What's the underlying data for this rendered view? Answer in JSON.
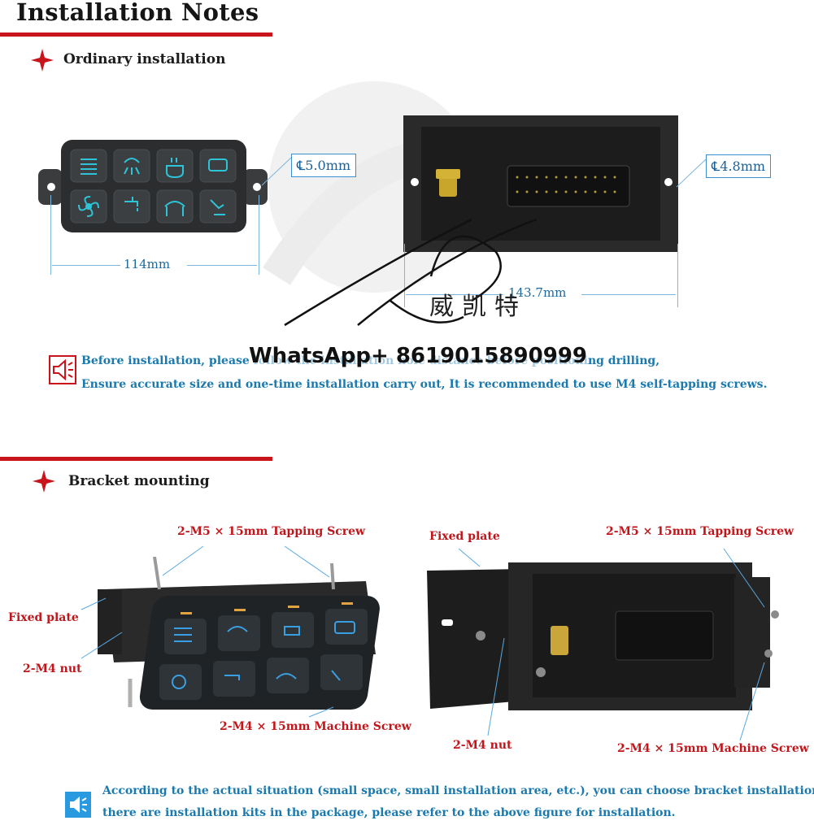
{
  "title": "Installation Notes",
  "section1": {
    "heading": "Ordinary installation",
    "diameter_left": "℄5.0mm",
    "diameter_right": "℄4.8mm",
    "width_left": "114mm",
    "width_right": "143.7mm",
    "note_line1": "Before installation, please follow the installation hole distance before positioning drilling,",
    "note_line2": "Ensure accurate size and one-time installation carry out, It is recommended to use M4 self-tapping screws."
  },
  "watermark": {
    "text": "WhatsApp+ 8619015890999",
    "cjk": "威凯特"
  },
  "section2": {
    "heading": "Bracket mounting",
    "left_labels": {
      "tapping_screw": "2-M5 × 15mm Tapping Screw",
      "fixed_plate": "Fixed plate",
      "nut": "2-M4 nut",
      "machine_screw": "2-M4 × 15mm Machine Screw"
    },
    "right_labels": {
      "fixed_plate": "Fixed plate",
      "tapping_screw": "2-M5 × 15mm Tapping Screw",
      "nut": "2-M4 nut",
      "machine_screw": "2-M4 × 15mm Machine Screw"
    },
    "note_line1": "According to the actual situation (small space, small installation area, etc.), you can choose bracket installation,",
    "note_line2": "there are installation kits in the package, please refer to the above figure for installation."
  },
  "colors": {
    "accent_red": "#c8141a",
    "note_blue": "#1a79ae",
    "panel": "#2d2f31",
    "led": "#2ec4d8"
  },
  "icons": [
    "sparkle-icon",
    "speaker-icon",
    "light-bar-icon",
    "dome-light-icon",
    "cup-icon",
    "rock-light-icon",
    "fan-icon",
    "faucet-icon",
    "ladder-icon",
    "hand-icon"
  ]
}
